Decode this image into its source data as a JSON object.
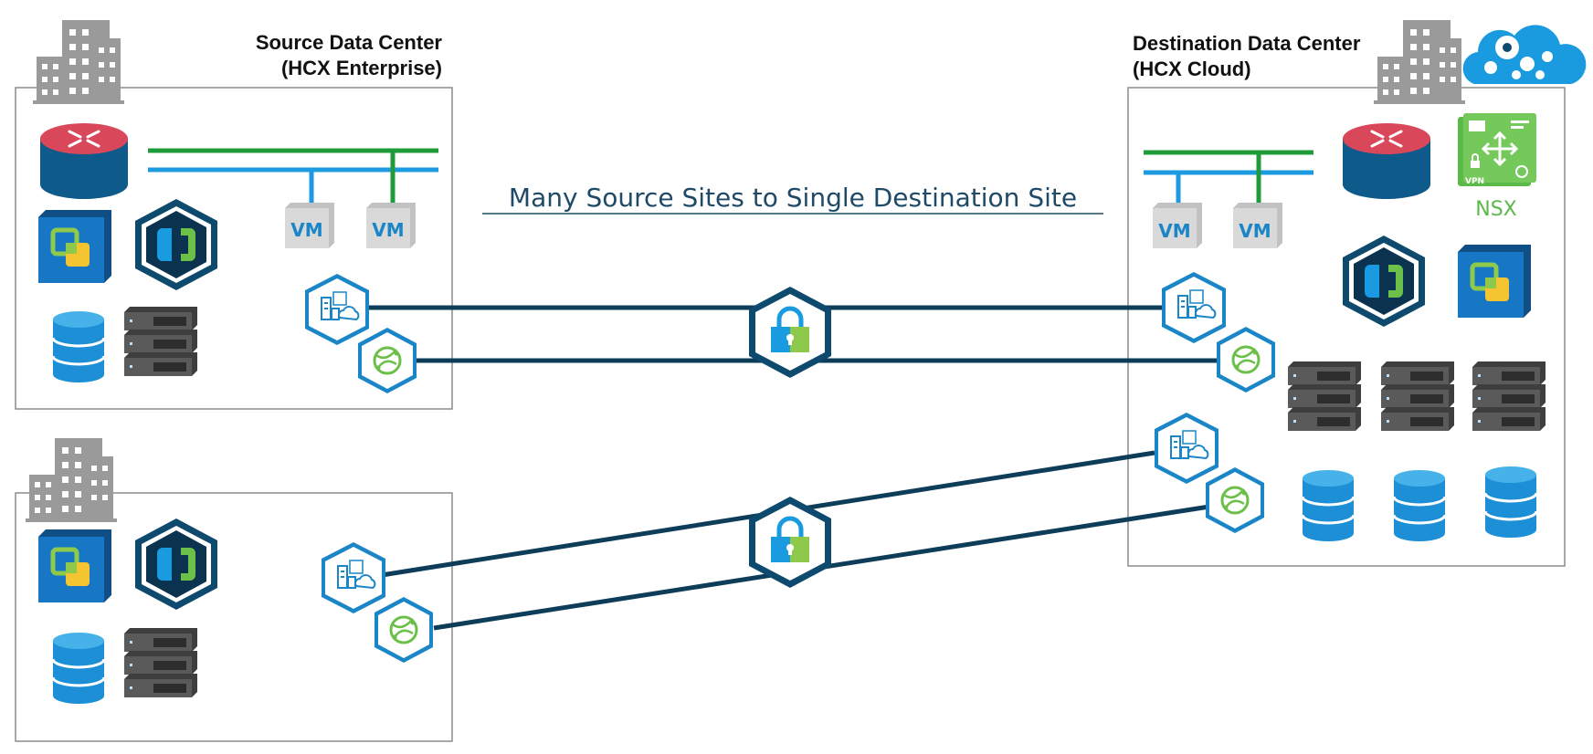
{
  "headline": "Many Source Sites to Single Destination Site",
  "source_site": {
    "title_line1": "Source Data Center",
    "title_line2": "(HCX Enterprise)",
    "vm_labels": [
      "VM",
      "VM"
    ]
  },
  "destination_site": {
    "title_line1": "Destination Data Center",
    "title_line2": "(HCX Cloud)",
    "vm_labels": [
      "VM",
      "VM"
    ],
    "nsx_label": "NSX",
    "nsx_vpn_label": "VPN"
  },
  "second_source_site": {},
  "colors": {
    "link_line": "#0e3d5a",
    "network_green": "#1f9b3a",
    "network_blue": "#1e9be0",
    "box_border": "#8c8c8c",
    "hex_outline": "#1a86c8",
    "vm_text": "#1a86c8",
    "headline": "#1f4a67",
    "nsx_green": "#5bb948"
  },
  "icons": [
    "building-icon",
    "router-icon",
    "vsphere-icon",
    "hcx-manager-icon",
    "database-icon",
    "server-rack-icon",
    "vm-icon",
    "interconnect-appliance-icon",
    "wan-optimizer-icon",
    "lock-icon",
    "nsx-icon",
    "cloud-icon"
  ]
}
